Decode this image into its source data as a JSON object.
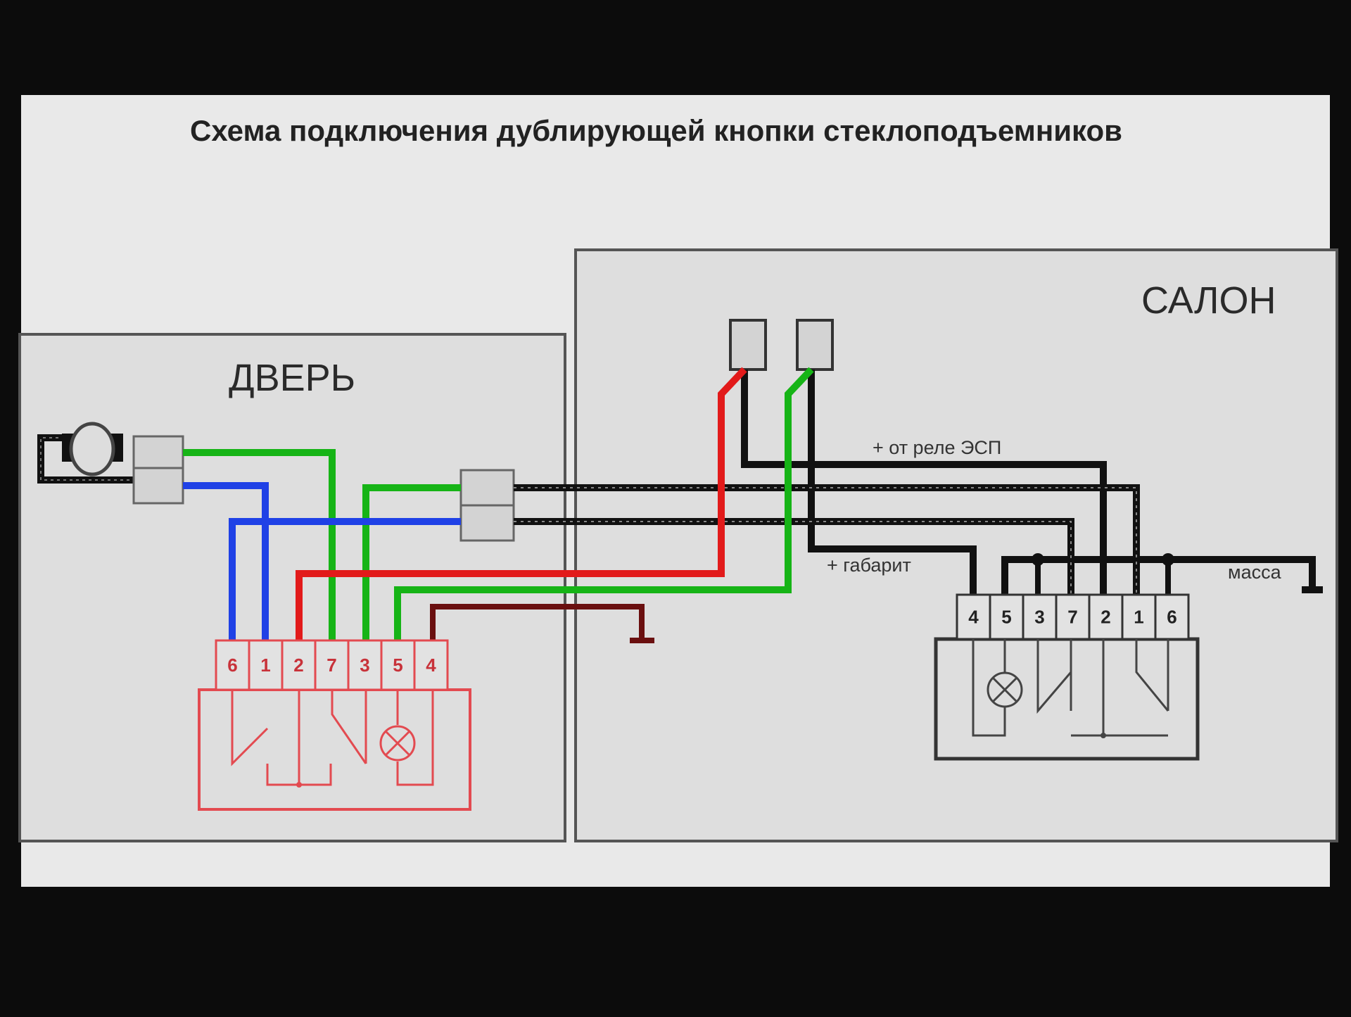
{
  "title": "Схема подключения дублирующей кнопки стеклоподъемников",
  "zones": {
    "door": "ДВЕРЬ",
    "cabin": "САЛОН"
  },
  "door_switch": {
    "pins": [
      "6",
      "1",
      "2",
      "7",
      "3",
      "5",
      "4"
    ]
  },
  "cabin_switch": {
    "pins": [
      "4",
      "5",
      "3",
      "7",
      "2",
      "1",
      "6"
    ]
  },
  "annotations": {
    "relay": "+ от реле ЭСП",
    "gabarit": "+ габарит",
    "mass": "масса"
  },
  "colors": {
    "background": "#e9e9e9",
    "panel_border": "#555555",
    "wire_green": "#16b416",
    "wire_blue": "#1f41e6",
    "wire_red": "#e21a1a",
    "wire_dark_red": "#6a0f0f",
    "wire_black": "#111111",
    "door_switch": "#e34a50",
    "cabin_switch": "#333333"
  }
}
